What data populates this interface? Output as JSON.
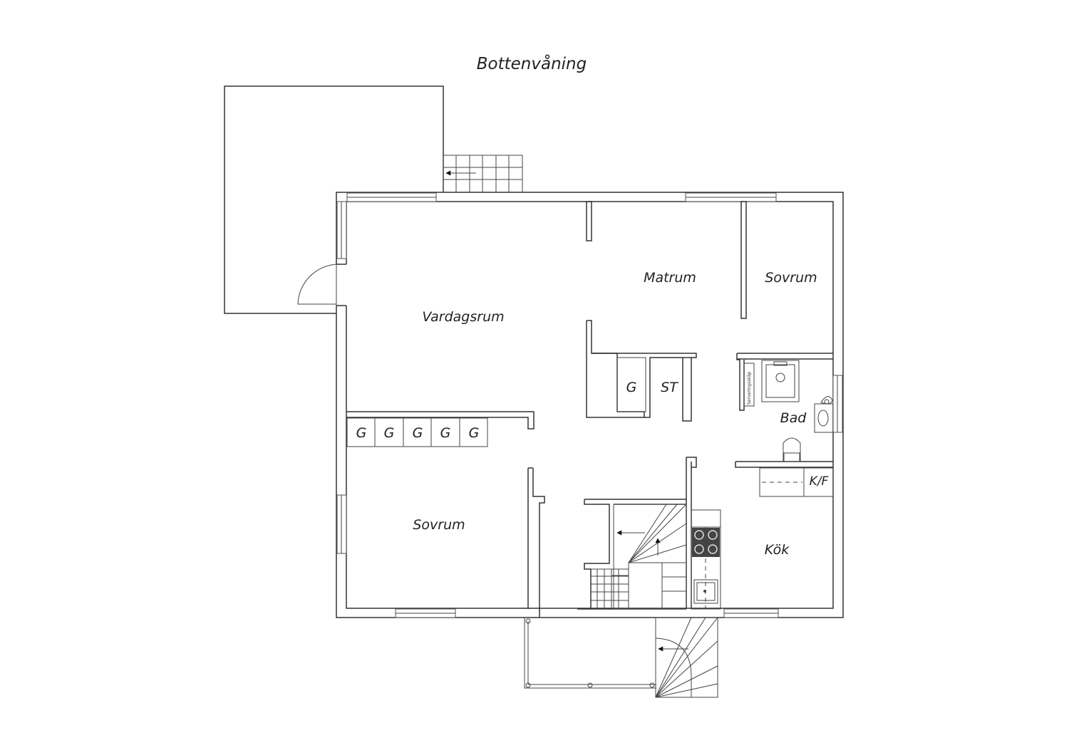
{
  "title": "Bottenvåning",
  "rooms": {
    "vardagsrum": "Vardagsrum",
    "matrum": "Matrum",
    "sovrum_upper": "Sovrum",
    "sovrum_lower": "Sovrum",
    "bad": "Bad",
    "kok": "Kök",
    "kf": "K/F",
    "st": "ST",
    "g_hall": "G",
    "serveringsskap": "Serveringsskåp"
  },
  "wardrobes": [
    "G",
    "G",
    "G",
    "G",
    "G"
  ]
}
